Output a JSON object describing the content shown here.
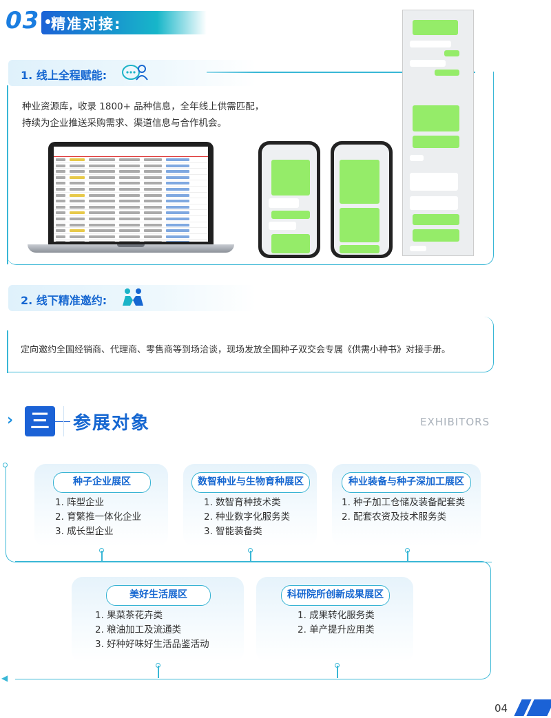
{
  "section3": {
    "number": "03",
    "title": "精准对接:",
    "online": {
      "title": "1. 线上全程赋能:",
      "desc_line1": "种业资源库，收录 1800+ 品种信息，全年线上供需匹配，",
      "desc_line2": "持续为企业推送采购需求、渠道信息与合作机会。"
    },
    "offline": {
      "title": "2. 线下精准邀约:",
      "desc": "定向邀约全国经销商、代理商、零售商等到场洽谈，现场发放全国种子双交会专属《供需小种书》对接手册。"
    }
  },
  "exhibitors": {
    "number": "三",
    "title": "参展对象",
    "subtitle_en": "EXHIBITORS",
    "cards": [
      {
        "title": "种子企业展区",
        "items": [
          "1. 阵型企业",
          "2. 育繁推一体化企业",
          "3. 成长型企业"
        ]
      },
      {
        "title": "数智种业与生物育种展区",
        "items": [
          "1. 数智育种技术类",
          "2. 种业数字化服务类",
          "3. 智能装备类"
        ]
      },
      {
        "title": "种业装备与种子深加工展区",
        "items": [
          "1. 种子加工仓储及装备配套类",
          "2. 配套农资及技术服务类"
        ]
      },
      {
        "title": "美好生活展区",
        "items": [
          "1. 果菜茶花卉类",
          "2. 粮油加工及流通类",
          "3. 好种好味好生活品鉴活动"
        ]
      },
      {
        "title": "科研院所创新成果展区",
        "items": [
          "1. 成果转化服务类",
          "2. 单产提升应用类"
        ]
      }
    ]
  },
  "page_number": "04",
  "colors": {
    "primary": "#1b62d6",
    "accent": "#39b7d6",
    "chat_green": "#95ec69"
  }
}
